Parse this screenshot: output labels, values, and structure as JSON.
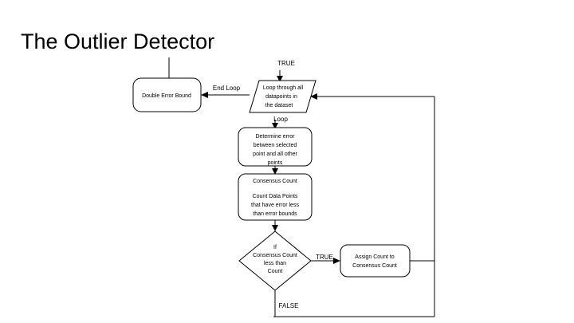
{
  "slide": {
    "title": "The Outlier Detector",
    "background_color": "#ffffff",
    "ink_color": "#000000"
  },
  "flowchart": {
    "nodes": {
      "double_error_bound": {
        "shape": "rounded-rectangle",
        "label": "Double Error Bound"
      },
      "loop_datapoints": {
        "shape": "parallelogram",
        "line1": "Loop through all",
        "line2": "datapoints in",
        "line3": "the dataset"
      },
      "determine_error": {
        "shape": "rounded-rectangle",
        "line1": "Determine error",
        "line2": "between selected",
        "line3": "point and all other",
        "line4": "points"
      },
      "consensus_count": {
        "shape": "rounded-rectangle",
        "header": "Consensus Count",
        "line1": "Count Data Points",
        "line2": "that have error less",
        "line3": "than error bounds"
      },
      "decision": {
        "shape": "diamond",
        "line1": "If",
        "line2": "Consensus Count",
        "line3": "less than",
        "line4": "Count"
      },
      "assign_count": {
        "shape": "rounded-rectangle",
        "line1": "Assign Count to",
        "line2": "Consensus Count"
      }
    },
    "edge_labels": {
      "true_top": "TRUE",
      "end_loop": "End Loop",
      "loop": "Loop",
      "true_right": "TRUE",
      "false_bottom": "FALSE"
    }
  }
}
